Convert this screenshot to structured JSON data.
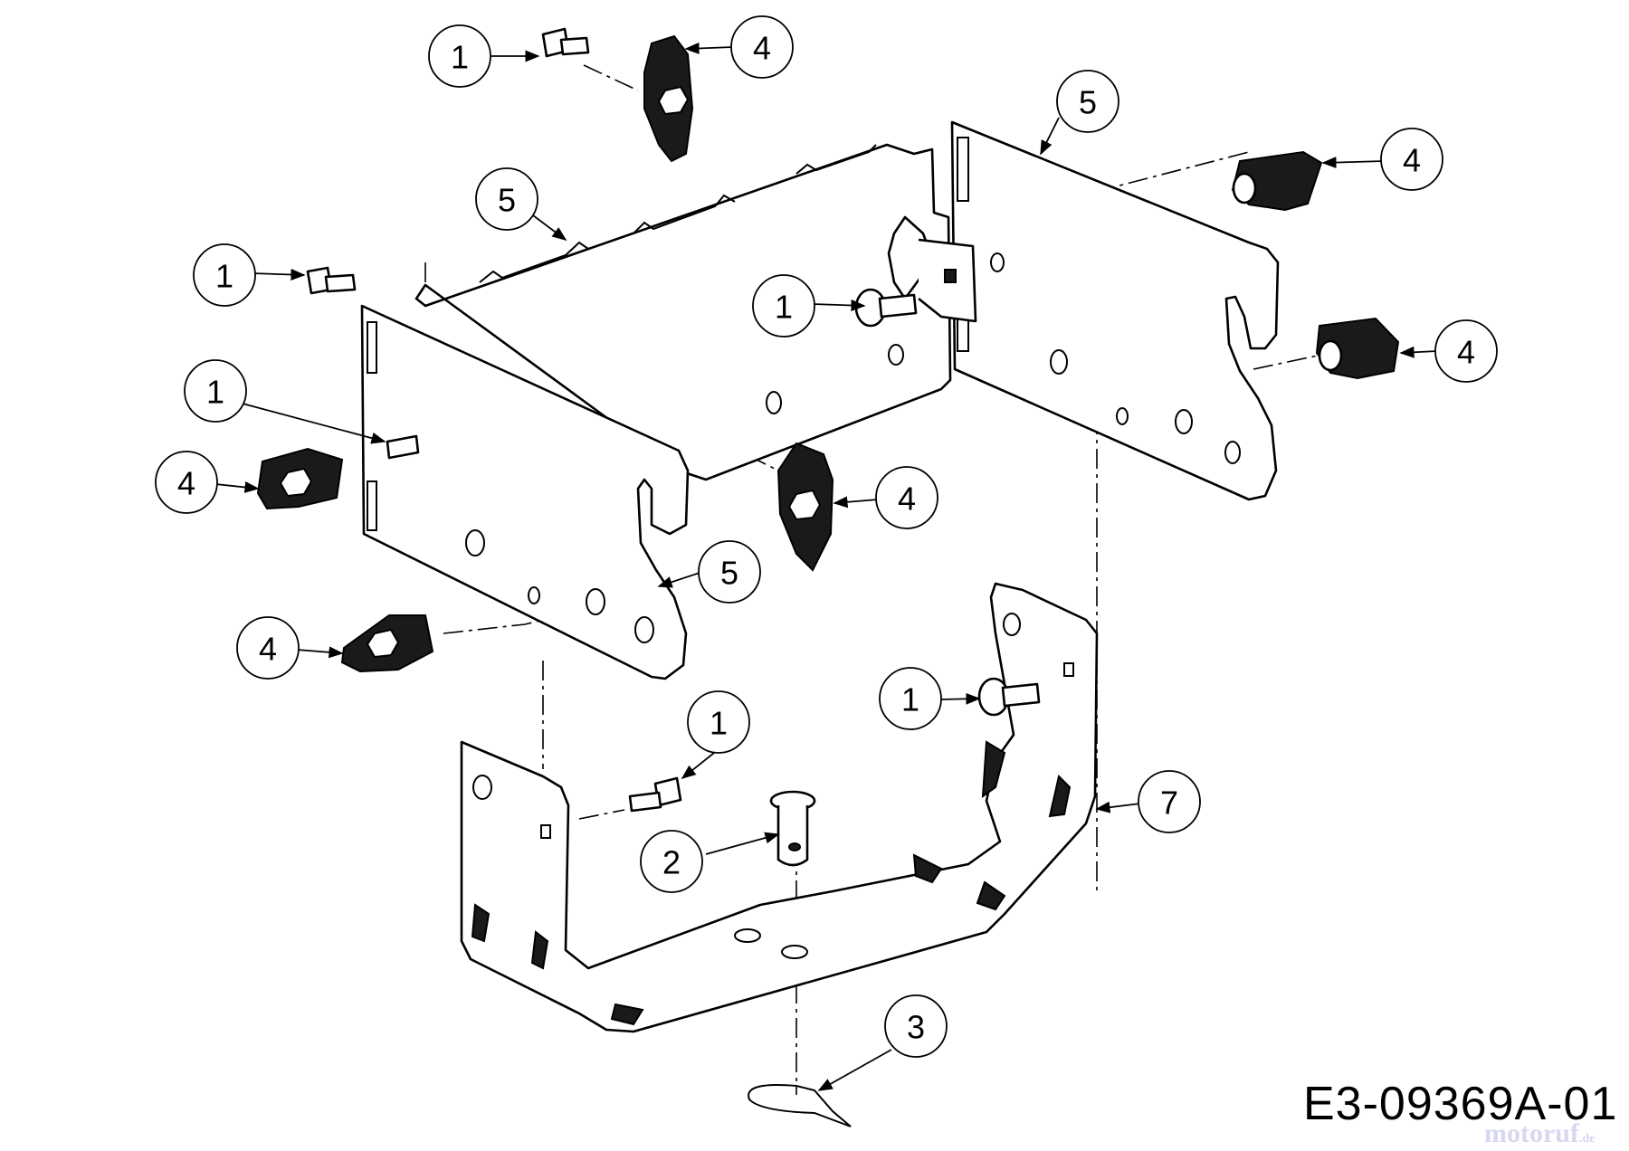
{
  "diagram": {
    "callouts": [
      "1",
      "4",
      "5",
      "4",
      "1",
      "5",
      "1",
      "4",
      "1",
      "4",
      "4",
      "5",
      "4",
      "1",
      "1",
      "7",
      "2",
      "3"
    ],
    "drawing_code": "E3-09369A-01",
    "watermark": {
      "name": "motoruf",
      "suffix": ".de",
      "color": "#d7d7f0"
    }
  }
}
